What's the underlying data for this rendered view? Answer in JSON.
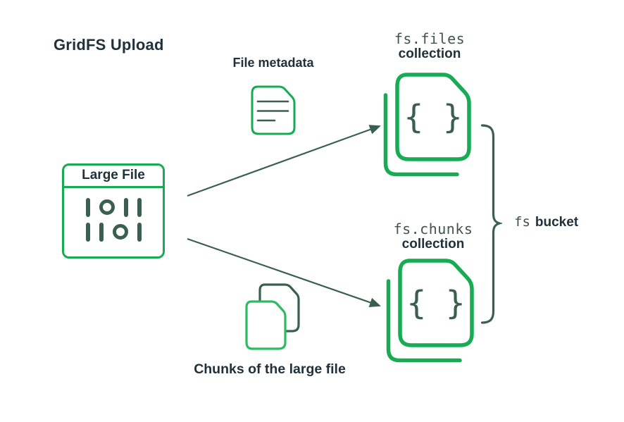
{
  "title": "GridFS Upload",
  "colors": {
    "green": "#17ab54",
    "green-light": "#2abd60",
    "teal": "#3b5f4f",
    "dark": "#21313c",
    "bg": "#ffffff"
  },
  "large_file": {
    "label": "Large File",
    "binary_rows": [
      "1011",
      "1101"
    ]
  },
  "file_metadata": {
    "label": "File metadata"
  },
  "collections": {
    "files": {
      "name": "fs.files",
      "type": "collection",
      "icon_braces": "{ }"
    },
    "chunks": {
      "name": "fs.chunks",
      "type": "collection",
      "icon_braces": "{ }"
    }
  },
  "chunks_caption": "Chunks of the large file",
  "bucket": {
    "prefix": "fs",
    "label": "bucket"
  }
}
